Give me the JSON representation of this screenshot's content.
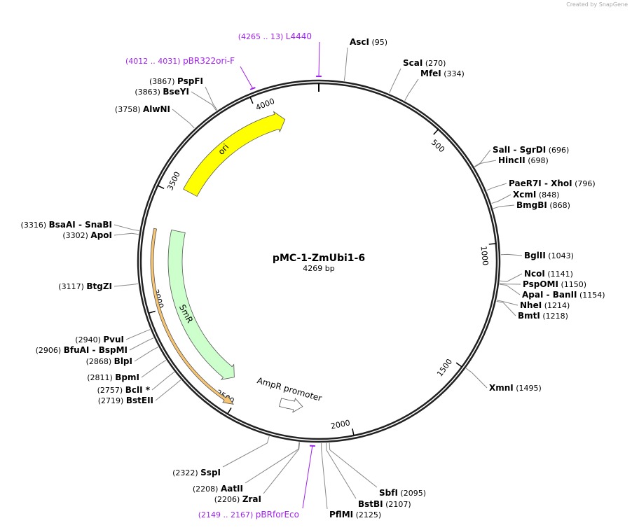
{
  "credit": "Created by SnapGene",
  "plasmid": {
    "name": "pMC-1-ZmUbi1-6",
    "length_label": "4269 bp",
    "length": 4269
  },
  "ticks": [
    "500",
    "1000",
    "1500",
    "2000",
    "2500",
    "3000",
    "3500",
    "4000"
  ],
  "features": [
    {
      "label": "ori",
      "start": 3534,
      "end": 4110,
      "direction": "forward",
      "color": "#ffff00"
    },
    {
      "label": "SmR",
      "start": 2562,
      "end": 3344,
      "direction": "reverse",
      "color": "#ccffcc"
    },
    {
      "label": "AmpR promoter",
      "start": 2210,
      "end": 2315,
      "direction": "reverse",
      "color": "#ffffff"
    },
    {
      "label": "",
      "start": 2500,
      "end": 3335,
      "direction": "reverse",
      "color": "#f7c572"
    }
  ],
  "primers": [
    {
      "range": "(4265 .. 13)",
      "name": "L4440",
      "site": 4269
    },
    {
      "range": "(4012 .. 4031)",
      "name": "pBR322ori-F",
      "site": 4021
    },
    {
      "range": "(2149 .. 2167)",
      "name": "pBRforEco",
      "site": 2158
    }
  ],
  "colors": {
    "primer": "#a020f0",
    "backbone": "#222222"
  },
  "enzymes": [
    {
      "name": "AscI",
      "pos": "(95)",
      "site": 95
    },
    {
      "name": "ScaI",
      "pos": "(270)",
      "site": 270
    },
    {
      "name": "MfeI",
      "pos": "(334)",
      "site": 334
    },
    {
      "name": "SalI  - SgrDI",
      "pos": "(696)",
      "site": 696
    },
    {
      "name": "HincII",
      "pos": "(698)",
      "site": 698
    },
    {
      "name": "PaeR7I  - XhoI",
      "pos": "(796)",
      "site": 796
    },
    {
      "name": "XcmI",
      "pos": "(848)",
      "site": 848
    },
    {
      "name": "BmgBI",
      "pos": "(868)",
      "site": 868
    },
    {
      "name": "BglII",
      "pos": "(1043)",
      "site": 1043
    },
    {
      "name": "NcoI",
      "pos": "(1141)",
      "site": 1141
    },
    {
      "name": "PspOMI",
      "pos": "(1150)",
      "site": 1150
    },
    {
      "name": "ApaI  - BanII",
      "pos": "(1154)",
      "site": 1154
    },
    {
      "name": "NheI",
      "pos": "(1214)",
      "site": 1214
    },
    {
      "name": "BmtI",
      "pos": "(1218)",
      "site": 1218
    },
    {
      "name": "XmnI",
      "pos": "(1495)",
      "site": 1495
    },
    {
      "name": "SbfI",
      "pos": "(2095)",
      "site": 2095
    },
    {
      "name": "BstBI",
      "pos": "(2107)",
      "site": 2107
    },
    {
      "name": "PflMI",
      "pos": "(2125)",
      "site": 2125
    },
    {
      "name": "SspI",
      "pos": "(2322)",
      "site": 2322
    },
    {
      "name": "AatII",
      "pos": "(2208)",
      "site": 2208
    },
    {
      "name": "ZraI",
      "pos": "(2206)",
      "site": 2206
    },
    {
      "name": "BstEII",
      "pos": "(2719)",
      "site": 2719
    },
    {
      "name": "BclI *",
      "pos": "(2757)",
      "site": 2757
    },
    {
      "name": "BpmI",
      "pos": "(2811)",
      "site": 2811
    },
    {
      "name": "BlpI",
      "pos": "(2868)",
      "site": 2868
    },
    {
      "name": "BfuAI  - BspMI",
      "pos": "(2906)",
      "site": 2906
    },
    {
      "name": "PvuI",
      "pos": "(2940)",
      "site": 2940
    },
    {
      "name": "BtgZI",
      "pos": "(3117)",
      "site": 3117
    },
    {
      "name": "ApoI",
      "pos": "(3302)",
      "site": 3302
    },
    {
      "name": "BsaAI  - SnaBI",
      "pos": "(3316)",
      "site": 3316
    },
    {
      "name": "AlwNI",
      "pos": "(3758)",
      "site": 3758
    },
    {
      "name": "BseYI",
      "pos": "(3863)",
      "site": 3863
    },
    {
      "name": "PspFI",
      "pos": "(3867)",
      "site": 3867
    }
  ]
}
